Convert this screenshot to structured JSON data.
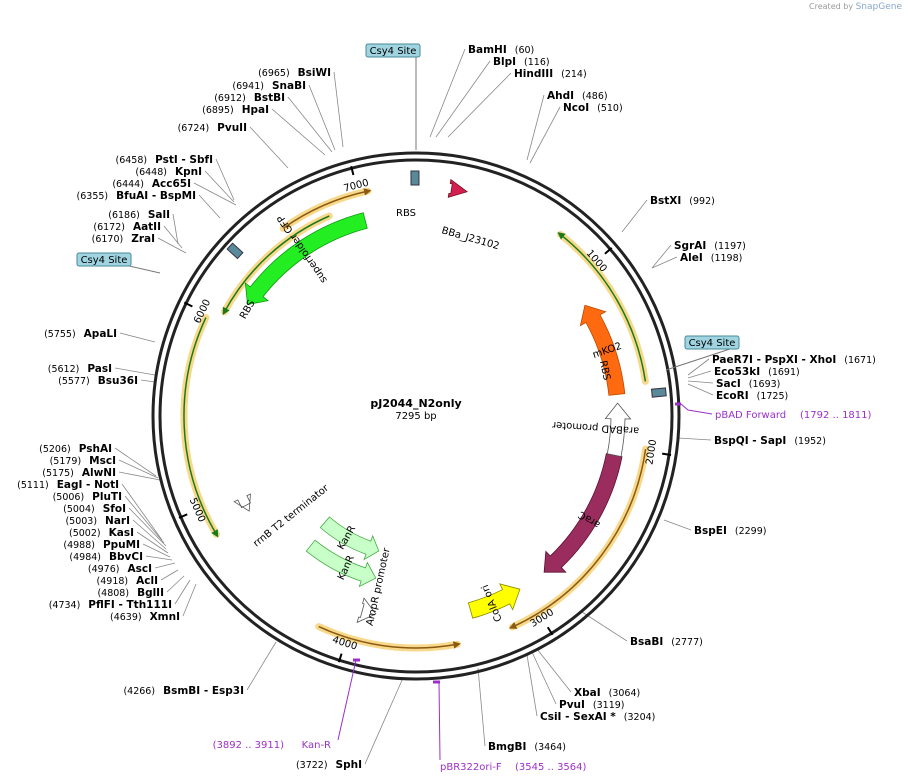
{
  "credit": {
    "prefix": "Created by",
    "brand": "SnapGene"
  },
  "plasmid": {
    "name": "pJ2044_N2only",
    "length_label": "7295 bp"
  },
  "ticks": [
    "1000",
    "2000",
    "3000",
    "4000",
    "5000",
    "6000",
    "7000"
  ],
  "restriction_sites": [
    {
      "names": [
        "BamHI"
      ],
      "pos": "(60)"
    },
    {
      "names": [
        "BlpI"
      ],
      "pos": "(116)"
    },
    {
      "names": [
        "HindIII"
      ],
      "pos": "(214)"
    },
    {
      "names": [
        "AhdI"
      ],
      "pos": "(486)"
    },
    {
      "names": [
        "NcoI"
      ],
      "pos": "(510)"
    },
    {
      "names": [
        "BstXI"
      ],
      "pos": "(992)"
    },
    {
      "names": [
        "SgrAI"
      ],
      "pos": "(1197)"
    },
    {
      "names": [
        "AleI"
      ],
      "pos": "(1198)"
    },
    {
      "names": [
        "PaeR7I",
        "- PspXI",
        "- XhoI"
      ],
      "pos": "(1671)"
    },
    {
      "names": [
        "Eco53kI"
      ],
      "pos": "(1691)"
    },
    {
      "names": [
        "SacI"
      ],
      "pos": "(1693)"
    },
    {
      "names": [
        "EcoRI"
      ],
      "pos": "(1725)"
    },
    {
      "names": [
        "BspQI",
        "- SapI"
      ],
      "pos": "(1952)"
    },
    {
      "names": [
        "BspEI"
      ],
      "pos": "(2299)"
    },
    {
      "names": [
        "BsaBI"
      ],
      "pos": "(2777)"
    },
    {
      "names": [
        "XbaI"
      ],
      "pos": "(3064)"
    },
    {
      "names": [
        "PvuI"
      ],
      "pos": "(3119)"
    },
    {
      "names": [
        "CsiI",
        "- SexAI *"
      ],
      "pos": "(3204)"
    },
    {
      "names": [
        "BmgBI"
      ],
      "pos": "(3464)"
    },
    {
      "names": [
        "SphI"
      ],
      "pos": "(3722)"
    },
    {
      "names": [
        "BsmBI",
        "- Esp3I"
      ],
      "pos": "(4266)"
    },
    {
      "names": [
        "XmnI"
      ],
      "pos": "(4639)"
    },
    {
      "names": [
        "PflFI",
        "- Tth111I"
      ],
      "pos": "(4734)"
    },
    {
      "names": [
        "BglII"
      ],
      "pos": "(4808)"
    },
    {
      "names": [
        "AclI"
      ],
      "pos": "(4918)"
    },
    {
      "names": [
        "AscI"
      ],
      "pos": "(4976)"
    },
    {
      "names": [
        "BbvCI"
      ],
      "pos": "(4984)"
    },
    {
      "names": [
        "PpuMI"
      ],
      "pos": "(4988)"
    },
    {
      "names": [
        "KasI"
      ],
      "pos": "(5002)"
    },
    {
      "names": [
        "NarI"
      ],
      "pos": "(5003)"
    },
    {
      "names": [
        "SfoI"
      ],
      "pos": "(5004)"
    },
    {
      "names": [
        "PluTI"
      ],
      "pos": "(5006)"
    },
    {
      "names": [
        "EagI",
        "- NotI"
      ],
      "pos": "(5111)"
    },
    {
      "names": [
        "AlwNI"
      ],
      "pos": "(5175)"
    },
    {
      "names": [
        "MscI"
      ],
      "pos": "(5179)"
    },
    {
      "names": [
        "PshAI"
      ],
      "pos": "(5206)"
    },
    {
      "names": [
        "Bsu36I"
      ],
      "pos": "(5577)"
    },
    {
      "names": [
        "PasI"
      ],
      "pos": "(5612)"
    },
    {
      "names": [
        "ApaLI"
      ],
      "pos": "(5755)"
    },
    {
      "names": [
        "ZraI"
      ],
      "pos": "(6170)"
    },
    {
      "names": [
        "AatII"
      ],
      "pos": "(6172)"
    },
    {
      "names": [
        "SalI"
      ],
      "pos": "(6186)"
    },
    {
      "names": [
        "BfuAI",
        "- BspMI"
      ],
      "pos": "(6355)"
    },
    {
      "names": [
        "Acc65I"
      ],
      "pos": "(6444)"
    },
    {
      "names": [
        "KpnI"
      ],
      "pos": "(6448)"
    },
    {
      "names": [
        "PstI",
        "- SbfI"
      ],
      "pos": "(6458)"
    },
    {
      "names": [
        "PvuII"
      ],
      "pos": "(6724)"
    },
    {
      "names": [
        "HpaI"
      ],
      "pos": "(6895)"
    },
    {
      "names": [
        "BstBI"
      ],
      "pos": "(6912)"
    },
    {
      "names": [
        "SnaBI"
      ],
      "pos": "(6941)"
    },
    {
      "names": [
        "BsiWI"
      ],
      "pos": "(6965)"
    }
  ],
  "features": [
    {
      "label": "superfolder GFP",
      "color": "#22ee22"
    },
    {
      "label": "mKO2",
      "color": "#ff6a10"
    },
    {
      "label": "araC",
      "color": "#9b2d5e"
    },
    {
      "label": "ColA ori",
      "color": "#ffff00"
    },
    {
      "label": "KanR",
      "color": "#c8ffc8"
    },
    {
      "label": "KanR",
      "color": "#c8ffc8"
    },
    {
      "label": "araBAD promoter",
      "color": "#ffffff"
    },
    {
      "label": "AmpR promoter",
      "color": "#ffffff"
    },
    {
      "label": "rrnB T2 terminator",
      "color": "#ffffff"
    },
    {
      "label": "BBa_J23102",
      "color": "#d42050"
    },
    {
      "label": "RBS",
      "color": "#5a8a9a"
    },
    {
      "label": "RBS",
      "color": "#5a8a9a"
    },
    {
      "label": "RBS",
      "color": "#5a8a9a"
    }
  ],
  "csy4_sites": [
    "Csy4 Site",
    "Csy4 Site",
    "Csy4 Site"
  ],
  "primers": [
    {
      "name": "pBAD Forward",
      "range": "(1792 .. 1811)"
    },
    {
      "name": "Kan-R",
      "range": "(3892 .. 3911)"
    },
    {
      "name": "pBR322ori-F",
      "range": "(3545 .. 3564)"
    }
  ],
  "colors": {
    "backbone": "#222222",
    "primer": "#9b30c8",
    "orf_arrow": "#1a7a1a",
    "orf_glow": "#f8d88a",
    "csy4_fill": "#9fd4e0"
  }
}
